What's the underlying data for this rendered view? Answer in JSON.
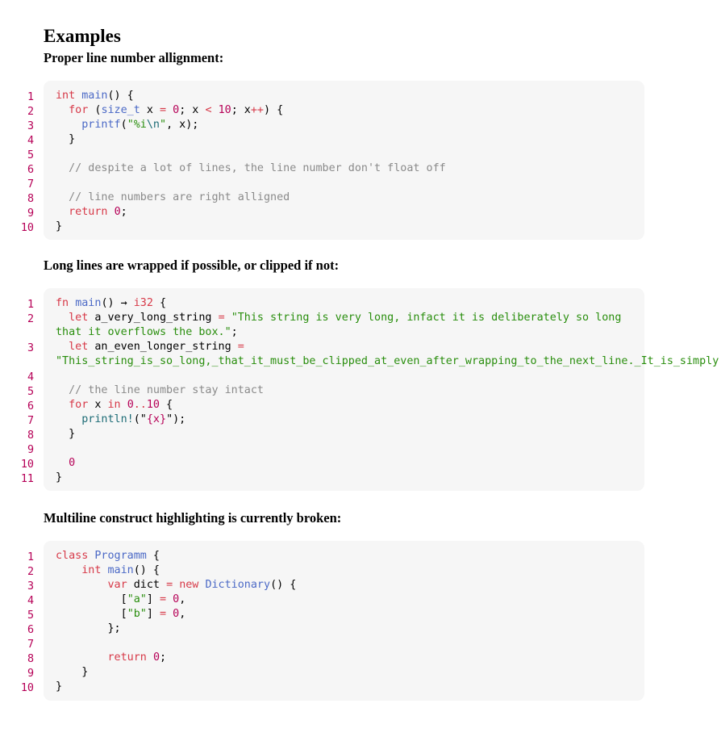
{
  "title": "Examples",
  "sections": [
    {
      "heading": "Proper line number allignment:",
      "lines": [
        [
          [
            "k",
            "int"
          ],
          [
            "p",
            " "
          ],
          [
            "f",
            "main"
          ],
          [
            "p",
            "() {"
          ]
        ],
        [
          [
            "p",
            "  "
          ],
          [
            "k",
            "for"
          ],
          [
            "p",
            " ("
          ],
          [
            "f",
            "size_t"
          ],
          [
            "p",
            " x "
          ],
          [
            "o",
            "="
          ],
          [
            "p",
            " "
          ],
          [
            "n",
            "0"
          ],
          [
            "p",
            "; x "
          ],
          [
            "o",
            "<"
          ],
          [
            "p",
            " "
          ],
          [
            "n",
            "10"
          ],
          [
            "p",
            "; x"
          ],
          [
            "o",
            "++"
          ],
          [
            "p",
            ") {"
          ]
        ],
        [
          [
            "p",
            "    "
          ],
          [
            "f",
            "printf"
          ],
          [
            "p",
            "("
          ],
          [
            "s",
            "\"%i"
          ],
          [
            "e",
            "\\n"
          ],
          [
            "s",
            "\""
          ],
          [
            "p",
            ", x);"
          ]
        ],
        [
          [
            "p",
            "  }"
          ]
        ],
        [],
        [
          [
            "c",
            "  // despite a lot of lines, the line number don't float off"
          ]
        ],
        [],
        [
          [
            "c",
            "  // line numbers are right alligned"
          ]
        ],
        [
          [
            "p",
            "  "
          ],
          [
            "k",
            "return"
          ],
          [
            "p",
            " "
          ],
          [
            "n",
            "0"
          ],
          [
            "p",
            ";"
          ]
        ],
        [
          [
            "p",
            "}"
          ]
        ]
      ]
    },
    {
      "heading": "Long lines are wrapped if possible, or clipped if not:",
      "lines": [
        [
          [
            "k",
            "fn"
          ],
          [
            "p",
            " "
          ],
          [
            "f",
            "main"
          ],
          [
            "p",
            "() → "
          ],
          [
            "k",
            "i32"
          ],
          [
            "p",
            " {"
          ]
        ],
        [
          [
            "p",
            "  "
          ],
          [
            "k",
            "let"
          ],
          [
            "p",
            " a_very_long_string "
          ],
          [
            "o",
            "="
          ],
          [
            "p",
            " "
          ],
          [
            "s",
            "\"This string is very long, infact it is deliberately so long that it overflows the box.\""
          ],
          [
            "p",
            ";"
          ]
        ],
        [
          [
            "p",
            "  "
          ],
          [
            "k",
            "let"
          ],
          [
            "p",
            " an_even_longer_string "
          ],
          [
            "o",
            "="
          ],
          [
            "p",
            " "
          ],
          [
            "s",
            "\"This_string_is_so_long,_that_it_must_be_clipped_at_even_after_wrapping_to_the_next_line._It_is_simply"
          ]
        ],
        [],
        [
          [
            "c",
            "  // the line number stay intact"
          ]
        ],
        [
          [
            "p",
            "  "
          ],
          [
            "k",
            "for"
          ],
          [
            "p",
            " x "
          ],
          [
            "k",
            "in"
          ],
          [
            "p",
            " "
          ],
          [
            "n",
            "0"
          ],
          [
            "o",
            ".."
          ],
          [
            "n",
            "10"
          ],
          [
            "p",
            " {"
          ]
        ],
        [
          [
            "p",
            "    "
          ],
          [
            "m",
            "println!"
          ],
          [
            "p",
            "(\""
          ],
          [
            "n",
            "{x}"
          ],
          [
            "p",
            "\");"
          ]
        ],
        [
          [
            "p",
            "  }"
          ]
        ],
        [],
        [
          [
            "p",
            "  "
          ],
          [
            "n",
            "0"
          ]
        ],
        [
          [
            "p",
            "}"
          ]
        ]
      ]
    },
    {
      "heading": "Multiline construct highlighting is currently broken:",
      "lines": [
        [
          [
            "k",
            "class"
          ],
          [
            "p",
            " "
          ],
          [
            "f",
            "Programm"
          ],
          [
            "p",
            " {"
          ]
        ],
        [
          [
            "p",
            "    "
          ],
          [
            "k",
            "int"
          ],
          [
            "p",
            " "
          ],
          [
            "f",
            "main"
          ],
          [
            "p",
            "() {"
          ]
        ],
        [
          [
            "p",
            "        "
          ],
          [
            "k",
            "var"
          ],
          [
            "p",
            " dict "
          ],
          [
            "o",
            "="
          ],
          [
            "p",
            " "
          ],
          [
            "k",
            "new"
          ],
          [
            "p",
            " "
          ],
          [
            "f",
            "Dictionary"
          ],
          [
            "p",
            "() {"
          ]
        ],
        [
          [
            "p",
            "          ["
          ],
          [
            "s",
            "\"a\""
          ],
          [
            "p",
            "] "
          ],
          [
            "o",
            "="
          ],
          [
            "p",
            " "
          ],
          [
            "n",
            "0"
          ],
          [
            "p",
            ","
          ]
        ],
        [
          [
            "p",
            "          ["
          ],
          [
            "s",
            "\"b\""
          ],
          [
            "p",
            "] "
          ],
          [
            "o",
            "="
          ],
          [
            "p",
            " "
          ],
          [
            "n",
            "0"
          ],
          [
            "p",
            ","
          ]
        ],
        [
          [
            "p",
            "        };"
          ]
        ],
        [],
        [
          [
            "p",
            "        "
          ],
          [
            "k",
            "return"
          ],
          [
            "p",
            " "
          ],
          [
            "n",
            "0"
          ],
          [
            "p",
            ";"
          ]
        ],
        [
          [
            "p",
            "    }"
          ]
        ],
        [
          [
            "p",
            "}"
          ]
        ]
      ]
    }
  ],
  "colors": {
    "keyword": "#d73948",
    "function": "#4b69c6",
    "number": "#b60157",
    "string": "#298e0d",
    "comment": "#8a8a8a",
    "macro": "#1d6c76",
    "line_number": "#b60157",
    "code_background": "#f6f6f6"
  }
}
